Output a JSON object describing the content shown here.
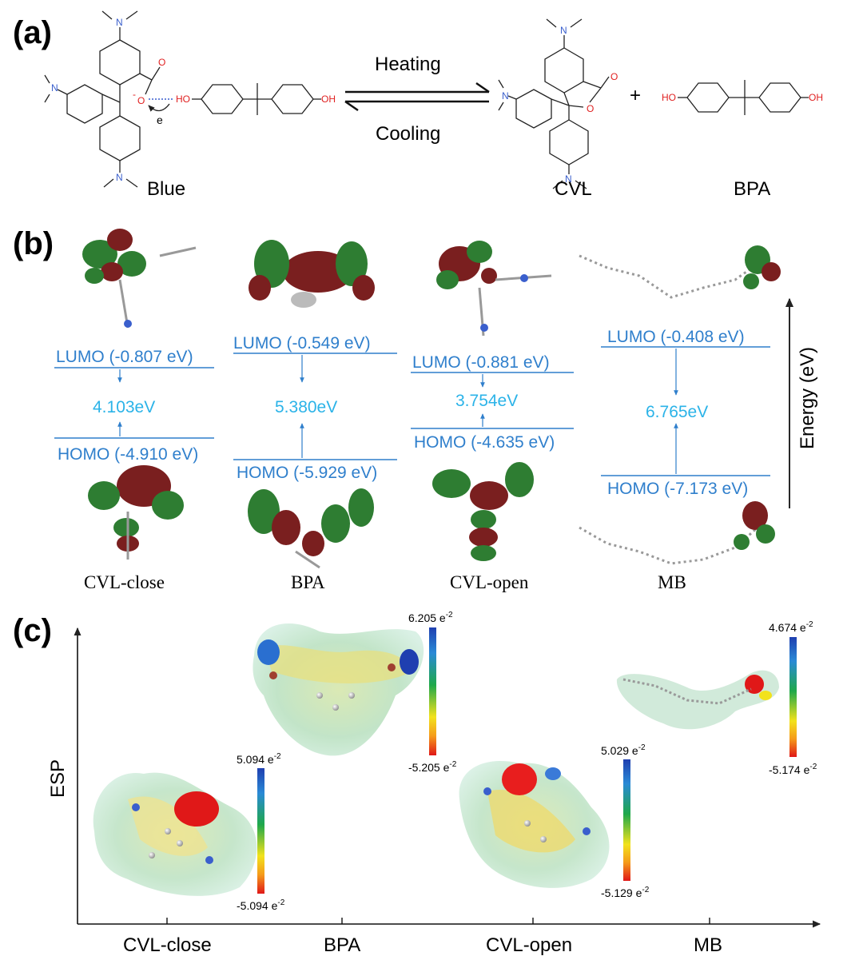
{
  "panel_a": {
    "letter": "(a)",
    "heating_label": "Heating",
    "cooling_label": "Cooling",
    "plus": "+",
    "electron_label": "e",
    "molecules": [
      "Blue",
      "CVL",
      "BPA"
    ]
  },
  "panel_b": {
    "letter": "(b)",
    "energy_axis_label": "Energy (eV)",
    "columns": [
      {
        "name": "CVL-close",
        "lumo": "LUMO (-0.807 eV)",
        "gap": "4.103eV",
        "homo": "HOMO (-4.910 eV)"
      },
      {
        "name": "BPA",
        "lumo": "LUMO (-0.549 eV)",
        "gap": "5.380eV",
        "homo": "HOMO (-5.929 eV)"
      },
      {
        "name": "CVL-open",
        "lumo": "LUMO (-0.881 eV)",
        "gap": "3.754eV",
        "homo": "HOMO (-4.635 eV)"
      },
      {
        "name": "MB",
        "lumo": "LUMO (-0.408 eV)",
        "gap": "6.765eV",
        "homo": "HOMO (-7.173 eV)"
      }
    ]
  },
  "panel_c": {
    "letter": "(c)",
    "y_axis_label": "ESP",
    "x_labels": [
      "CVL-close",
      "BPA",
      "CVL-open",
      "MB"
    ],
    "scales": [
      {
        "molecule": "CVL-close",
        "max": "5.094 e",
        "min": "-5.094 e",
        "exp": "-2"
      },
      {
        "molecule": "BPA",
        "max": "6.205 e",
        "min": "-5.205 e",
        "exp": "-2"
      },
      {
        "molecule": "CVL-open",
        "max": "5.029 e",
        "min": "-5.129 e",
        "exp": "-2"
      },
      {
        "molecule": "MB",
        "max": "4.674 e",
        "min": "-5.174 e",
        "exp": "-2"
      }
    ]
  },
  "colors": {
    "orbital_positive": "#7a1f1f",
    "orbital_negative": "#2e7d32",
    "mo_line": "#2f7fcc",
    "gap_text": "#2bb3e8",
    "nitrogen": "#3a5fcd",
    "oxygen": "#e02020"
  }
}
